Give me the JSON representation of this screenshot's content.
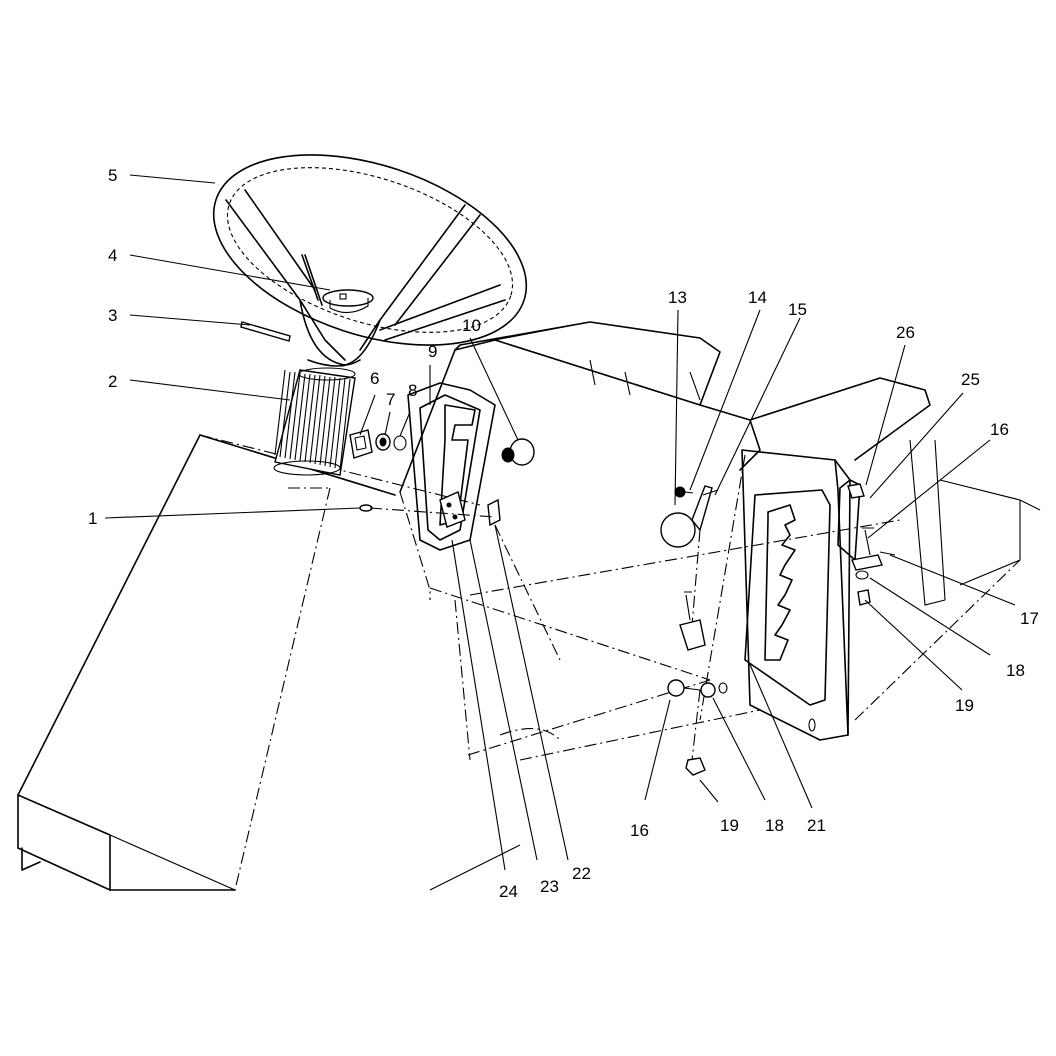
{
  "callouts": {
    "c1": "1",
    "c2": "2",
    "c3": "3",
    "c4": "4",
    "c5": "5",
    "c6": "6",
    "c7": "7",
    "c8": "8",
    "c9": "9",
    "c10": "10",
    "c13": "13",
    "c14": "14",
    "c15": "15",
    "c16a": "16",
    "c16b": "16",
    "c17": "17",
    "c18a": "18",
    "c18b": "18",
    "c19a": "19",
    "c19b": "19",
    "c21": "21",
    "c22": "22",
    "c23": "23",
    "c24": "24",
    "c25": "25",
    "c26": "26"
  }
}
